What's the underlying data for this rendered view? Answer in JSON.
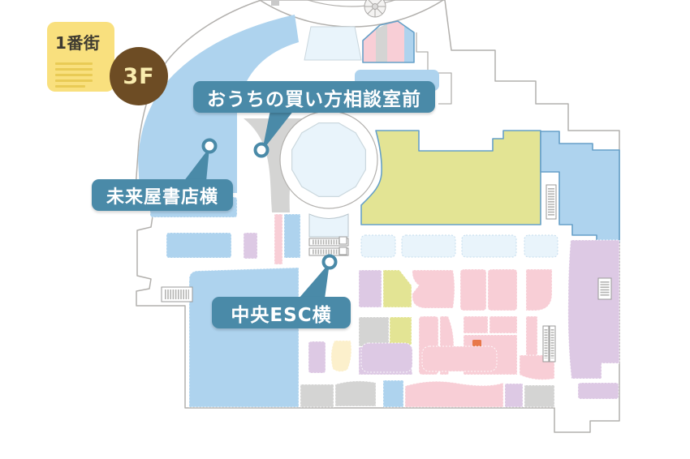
{
  "floor_badge": {
    "area": "1番街",
    "floor": "3F"
  },
  "location_labels": [
    {
      "id": "ouchi-soudan",
      "text": "おうちの買い方相談室前"
    },
    {
      "id": "miraiya-shoten",
      "text": "未来屋書店横"
    },
    {
      "id": "chuo-esc",
      "text": "中央ESC横"
    }
  ],
  "icons": {
    "escalator": "striped-bars-icon",
    "stairs": "striped-bars-icon",
    "spiral_stair": "spoked-circle-icon",
    "badge_lines": "text-lines-icon",
    "location_marker": "ring-pin-icon"
  },
  "colors": {
    "callout_teal": "#4a8aa8",
    "badge_yellow": "#f9e07e",
    "badge_line_gold": "#e9cb55",
    "floor_brown": "#6d4c24",
    "floor_text": "#f9ecae",
    "store_blue": "#aed3ee",
    "store_pink": "#f8ced6",
    "store_purple": "#ddc9e4",
    "store_green": "#e3e494",
    "store_gray": "#d4d4d3",
    "store_cream": "#fcf0cc",
    "walk_pale": "#e9f4fb",
    "highlight_orange": "#e8784a",
    "outline_gray": "#b2b0ad",
    "border_blue": "#66a0c8"
  }
}
